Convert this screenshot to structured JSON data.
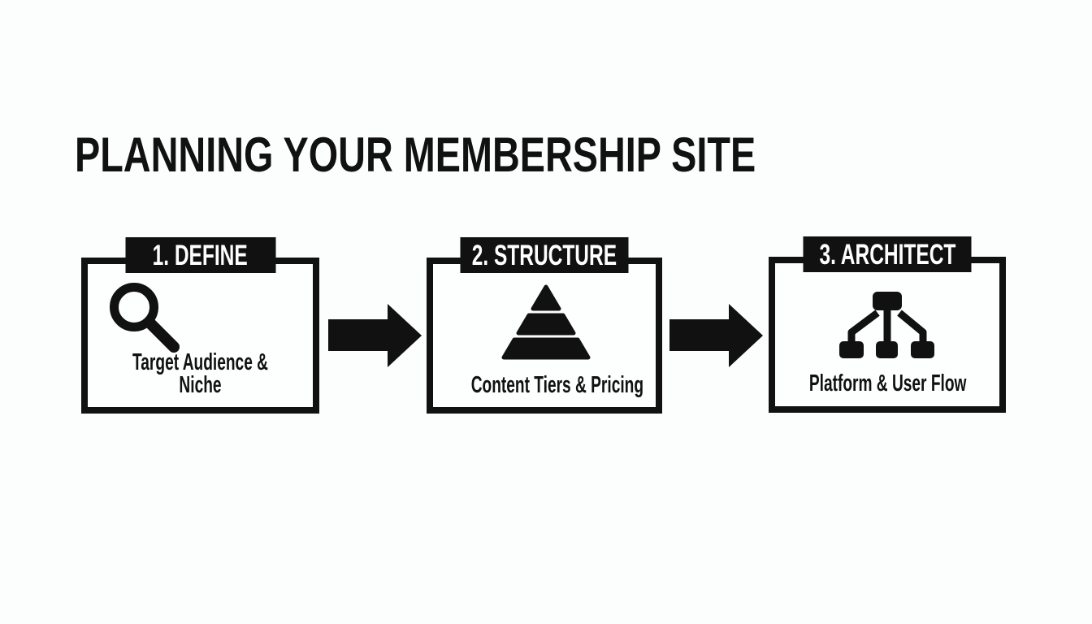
{
  "title": "PLANNING YOUR MEMBERSHIP SITE",
  "colors": {
    "ink": "#111111",
    "background": "#fcfdfd",
    "box_fill": "#fdfefe",
    "tab_text": "#ffffff"
  },
  "steps": [
    {
      "label": "1. DEFINE",
      "icon": "search-icon",
      "caption_lines": [
        "Target Audience &",
        "Niche"
      ]
    },
    {
      "label": "2. STRUCTURE",
      "icon": "pyramid-icon",
      "caption_lines": [
        "Content Tiers & Pricing"
      ]
    },
    {
      "label": "3. ARCHITECT",
      "icon": "sitemap-icon",
      "caption_lines": [
        "Platform & User Flow"
      ]
    }
  ],
  "connectors": [
    "arrow-right",
    "arrow-right"
  ]
}
